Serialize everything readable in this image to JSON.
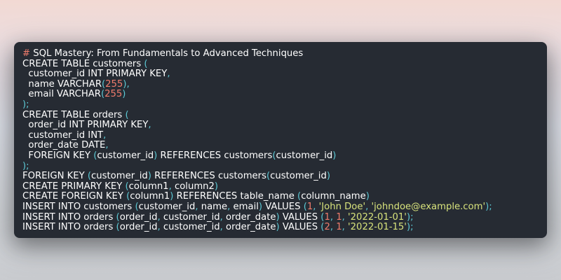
{
  "editor": {
    "colors": {
      "background": "#262b33",
      "text": "#ffffff",
      "punctuation": "#5cc8d4",
      "number": "#f07c6c",
      "string": "#d8e37c",
      "comment_hash": "#f07c6c"
    },
    "lines": [
      [
        [
          "h",
          "# "
        ],
        [
          "w",
          "SQL Mastery: From Fundamentals to Advanced Techniques"
        ]
      ],
      [
        [
          "w",
          "CREATE TABLE customers "
        ],
        [
          "p",
          "("
        ]
      ],
      [
        [
          "w",
          "  customer_id INT PRIMARY KEY"
        ],
        [
          "p",
          ","
        ]
      ],
      [
        [
          "w",
          "  name VARCHAR"
        ],
        [
          "p",
          "("
        ],
        [
          "n",
          "255"
        ],
        [
          "p",
          "),"
        ]
      ],
      [
        [
          "w",
          "  email VARCHAR"
        ],
        [
          "p",
          "("
        ],
        [
          "n",
          "255"
        ],
        [
          "p",
          ")"
        ]
      ],
      [
        [
          "p",
          ");"
        ]
      ],
      [
        [
          "w",
          "CREATE TABLE orders "
        ],
        [
          "p",
          "("
        ]
      ],
      [
        [
          "w",
          "  order_id INT PRIMARY KEY"
        ],
        [
          "p",
          ","
        ]
      ],
      [
        [
          "w",
          "  customer_id INT"
        ],
        [
          "p",
          ","
        ]
      ],
      [
        [
          "w",
          "  order_date DATE"
        ],
        [
          "p",
          ","
        ]
      ],
      [
        [
          "w",
          "  FOREIGN KEY "
        ],
        [
          "p",
          "("
        ],
        [
          "w",
          "customer_id"
        ],
        [
          "p",
          ")"
        ],
        [
          "w",
          " REFERENCES customers"
        ],
        [
          "p",
          "("
        ],
        [
          "w",
          "customer_id"
        ],
        [
          "p",
          ")"
        ]
      ],
      [
        [
          "p",
          ");"
        ]
      ],
      [
        [
          "w",
          "FOREIGN KEY "
        ],
        [
          "p",
          "("
        ],
        [
          "w",
          "customer_id"
        ],
        [
          "p",
          ")"
        ],
        [
          "w",
          " REFERENCES customers"
        ],
        [
          "p",
          "("
        ],
        [
          "w",
          "customer_id"
        ],
        [
          "p",
          ")"
        ]
      ],
      [
        [
          "w",
          "CREATE PRIMARY KEY "
        ],
        [
          "p",
          "("
        ],
        [
          "w",
          "column1"
        ],
        [
          "p",
          ","
        ],
        [
          "w",
          " column2"
        ],
        [
          "p",
          ")"
        ]
      ],
      [
        [
          "w",
          "CREATE FOREIGN KEY "
        ],
        [
          "p",
          "("
        ],
        [
          "w",
          "column1"
        ],
        [
          "p",
          ")"
        ],
        [
          "w",
          " REFERENCES table_name "
        ],
        [
          "p",
          "("
        ],
        [
          "w",
          "column_name"
        ],
        [
          "p",
          ")"
        ]
      ],
      [
        [
          "w",
          "INSERT INTO customers "
        ],
        [
          "p",
          "("
        ],
        [
          "w",
          "customer_id"
        ],
        [
          "p",
          ","
        ],
        [
          "w",
          " name"
        ],
        [
          "p",
          ","
        ],
        [
          "w",
          " email"
        ],
        [
          "p",
          ")"
        ],
        [
          "w",
          " VALUES "
        ],
        [
          "p",
          "("
        ],
        [
          "n",
          "1"
        ],
        [
          "p",
          ","
        ],
        [
          "w",
          " "
        ],
        [
          "s",
          "'John Doe'"
        ],
        [
          "p",
          ","
        ],
        [
          "w",
          " "
        ],
        [
          "s",
          "'johndoe@example.com'"
        ],
        [
          "p",
          ");"
        ]
      ],
      [
        [
          "w",
          "INSERT INTO orders "
        ],
        [
          "p",
          "("
        ],
        [
          "w",
          "order_id"
        ],
        [
          "p",
          ","
        ],
        [
          "w",
          " customer_id"
        ],
        [
          "p",
          ","
        ],
        [
          "w",
          " order_date"
        ],
        [
          "p",
          ")"
        ],
        [
          "w",
          " VALUES "
        ],
        [
          "p",
          "("
        ],
        [
          "n",
          "1"
        ],
        [
          "p",
          ","
        ],
        [
          "w",
          " "
        ],
        [
          "n",
          "1"
        ],
        [
          "p",
          ","
        ],
        [
          "w",
          " "
        ],
        [
          "s",
          "'2022-01-01'"
        ],
        [
          "p",
          ");"
        ]
      ],
      [
        [
          "w",
          "INSERT INTO orders "
        ],
        [
          "p",
          "("
        ],
        [
          "w",
          "order_id"
        ],
        [
          "p",
          ","
        ],
        [
          "w",
          " customer_id"
        ],
        [
          "p",
          ","
        ],
        [
          "w",
          " order_date"
        ],
        [
          "p",
          ")"
        ],
        [
          "w",
          " VALUES "
        ],
        [
          "p",
          "("
        ],
        [
          "n",
          "2"
        ],
        [
          "p",
          ","
        ],
        [
          "w",
          " "
        ],
        [
          "n",
          "1"
        ],
        [
          "p",
          ","
        ],
        [
          "w",
          " "
        ],
        [
          "s",
          "'2022-01-15'"
        ],
        [
          "p",
          ");"
        ]
      ]
    ]
  }
}
